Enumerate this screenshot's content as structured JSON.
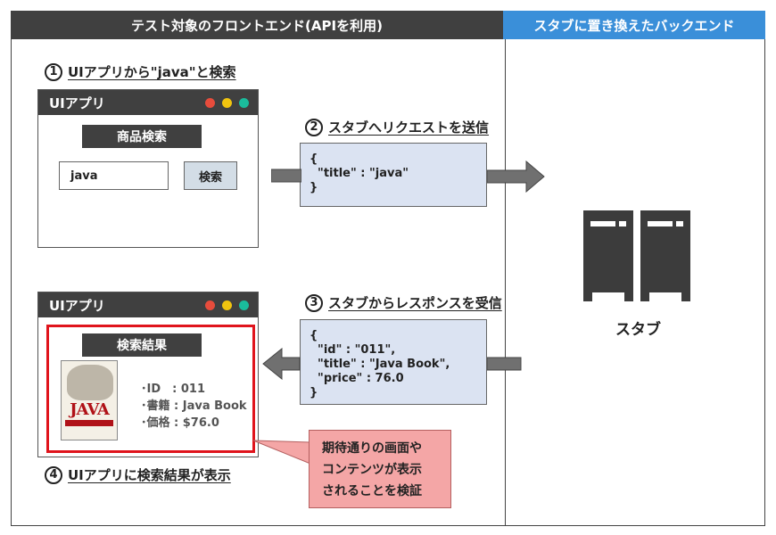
{
  "headers": {
    "left": "テスト対象のフロントエンド(APIを利用)",
    "right": "スタブに置き換えたバックエンド"
  },
  "steps": [
    {
      "num": "1",
      "text": "UIアプリから\"java\"と検索"
    },
    {
      "num": "2",
      "text": "スタブへリクエストを送信"
    },
    {
      "num": "3",
      "text": "スタブからレスポンスを受信"
    },
    {
      "num": "4",
      "text": "UIアプリに検索結果が表示"
    }
  ],
  "search_window": {
    "title": "UIアプリ",
    "section_label": "商品検索",
    "input_value": "java",
    "search_button": "検索"
  },
  "request_json": "{\n  \"title\" : \"java\"\n}",
  "response_json": "{\n  \"id\" : \"011\",\n  \"title\" : \"Java Book\",\n  \"price\" : 76.0\n}",
  "result_window": {
    "title": "UIアプリ",
    "section_label": "検索結果",
    "book_cover_text": "JAVA",
    "details": "･ID　: 011\n･書籍 : Java Book\n･価格 : $76.0"
  },
  "server": {
    "label": "スタブ"
  },
  "callout": {
    "line1": "期待通りの画面や",
    "line2": "コンテンツが表示",
    "line3": "されることを検証"
  },
  "colors": {
    "dark_header": "#404040",
    "blue_header": "#3a8fd9",
    "json_bg": "#dbe3f2",
    "result_border": "#e0141c",
    "callout_bg": "#f4a6a6"
  }
}
